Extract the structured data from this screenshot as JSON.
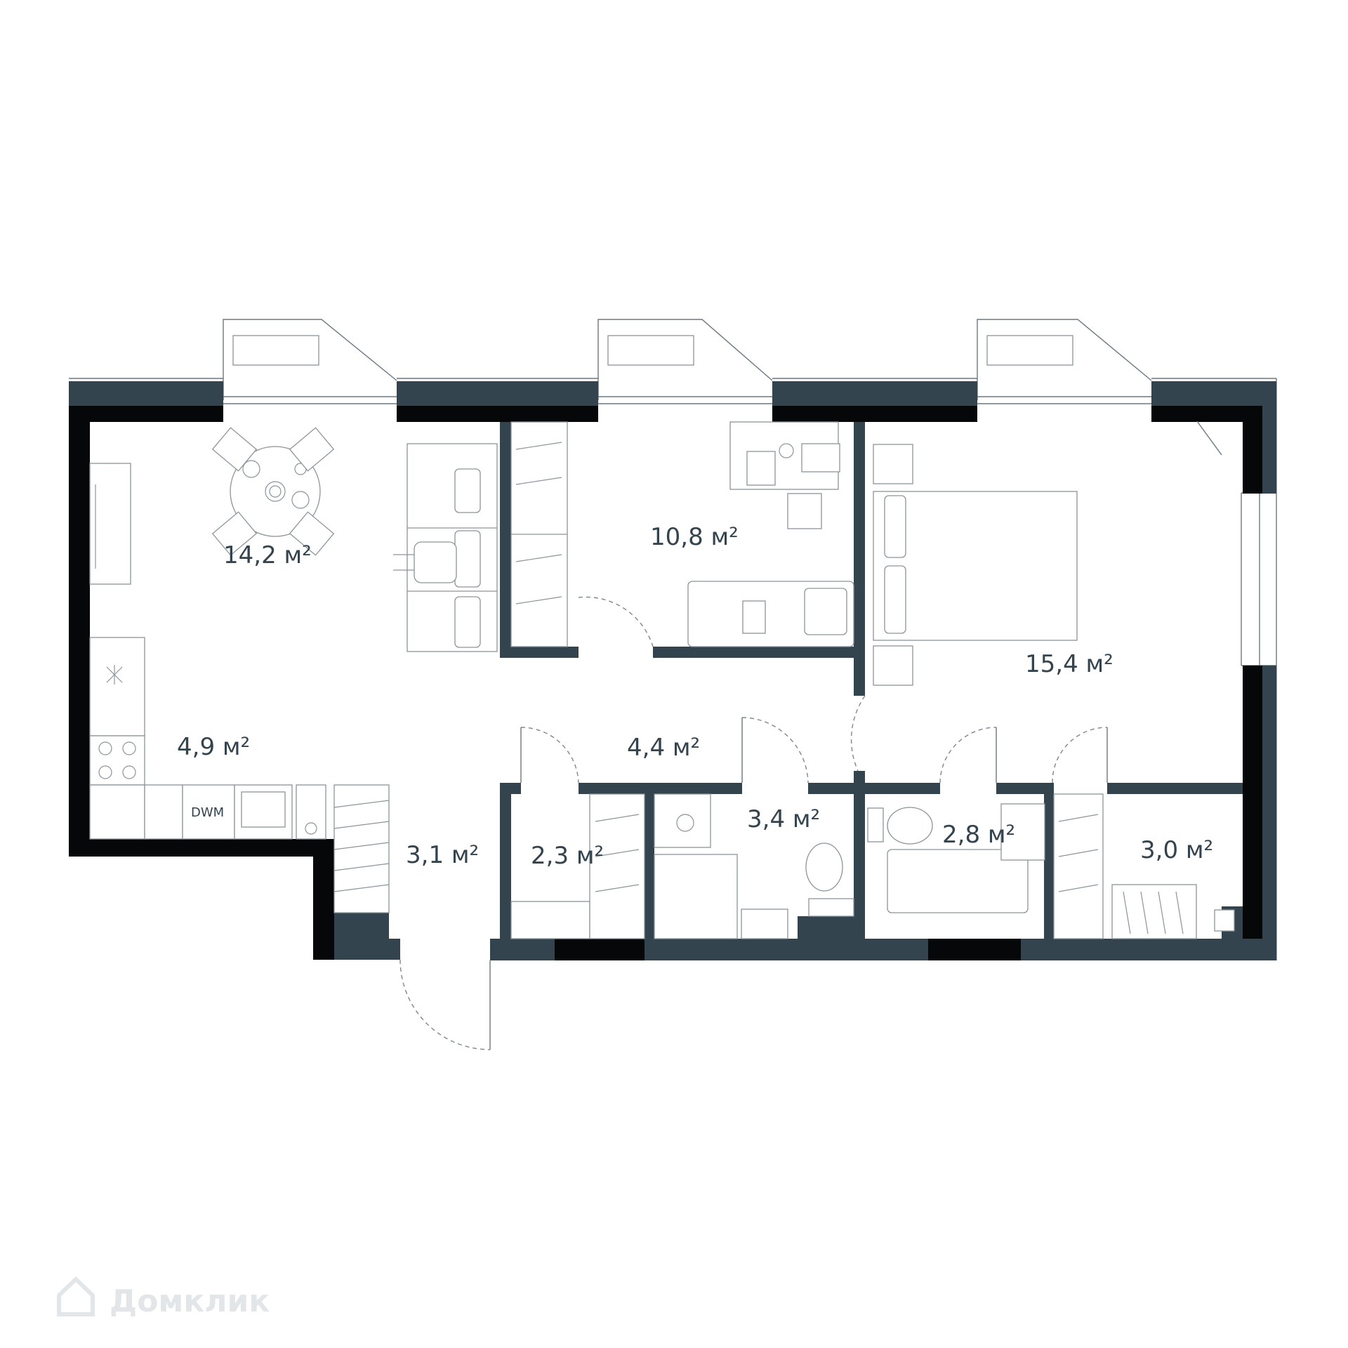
{
  "rooms": [
    {
      "id": "living",
      "area": "14,2 м²"
    },
    {
      "id": "bedroom-small",
      "area": "10,8 м²"
    },
    {
      "id": "bedroom-large",
      "area": "15,4 м²"
    },
    {
      "id": "kitchen",
      "area": "4,9 м²"
    },
    {
      "id": "hall",
      "area": "4,4 м²"
    },
    {
      "id": "entry",
      "area": "3,1 м²"
    },
    {
      "id": "storage",
      "area": "2,3 м²"
    },
    {
      "id": "bathroom-1",
      "area": "3,4 м²"
    },
    {
      "id": "bathroom-2",
      "area": "2,8 м²"
    },
    {
      "id": "wardrobe",
      "area": "3,0 м²"
    }
  ],
  "appliance_label": "DWM",
  "watermark": "Домклик",
  "colors": {
    "wall": "#34444f",
    "wall_dark": "#050708",
    "line": "#8a949b",
    "watermark": "#e3e6e8"
  }
}
